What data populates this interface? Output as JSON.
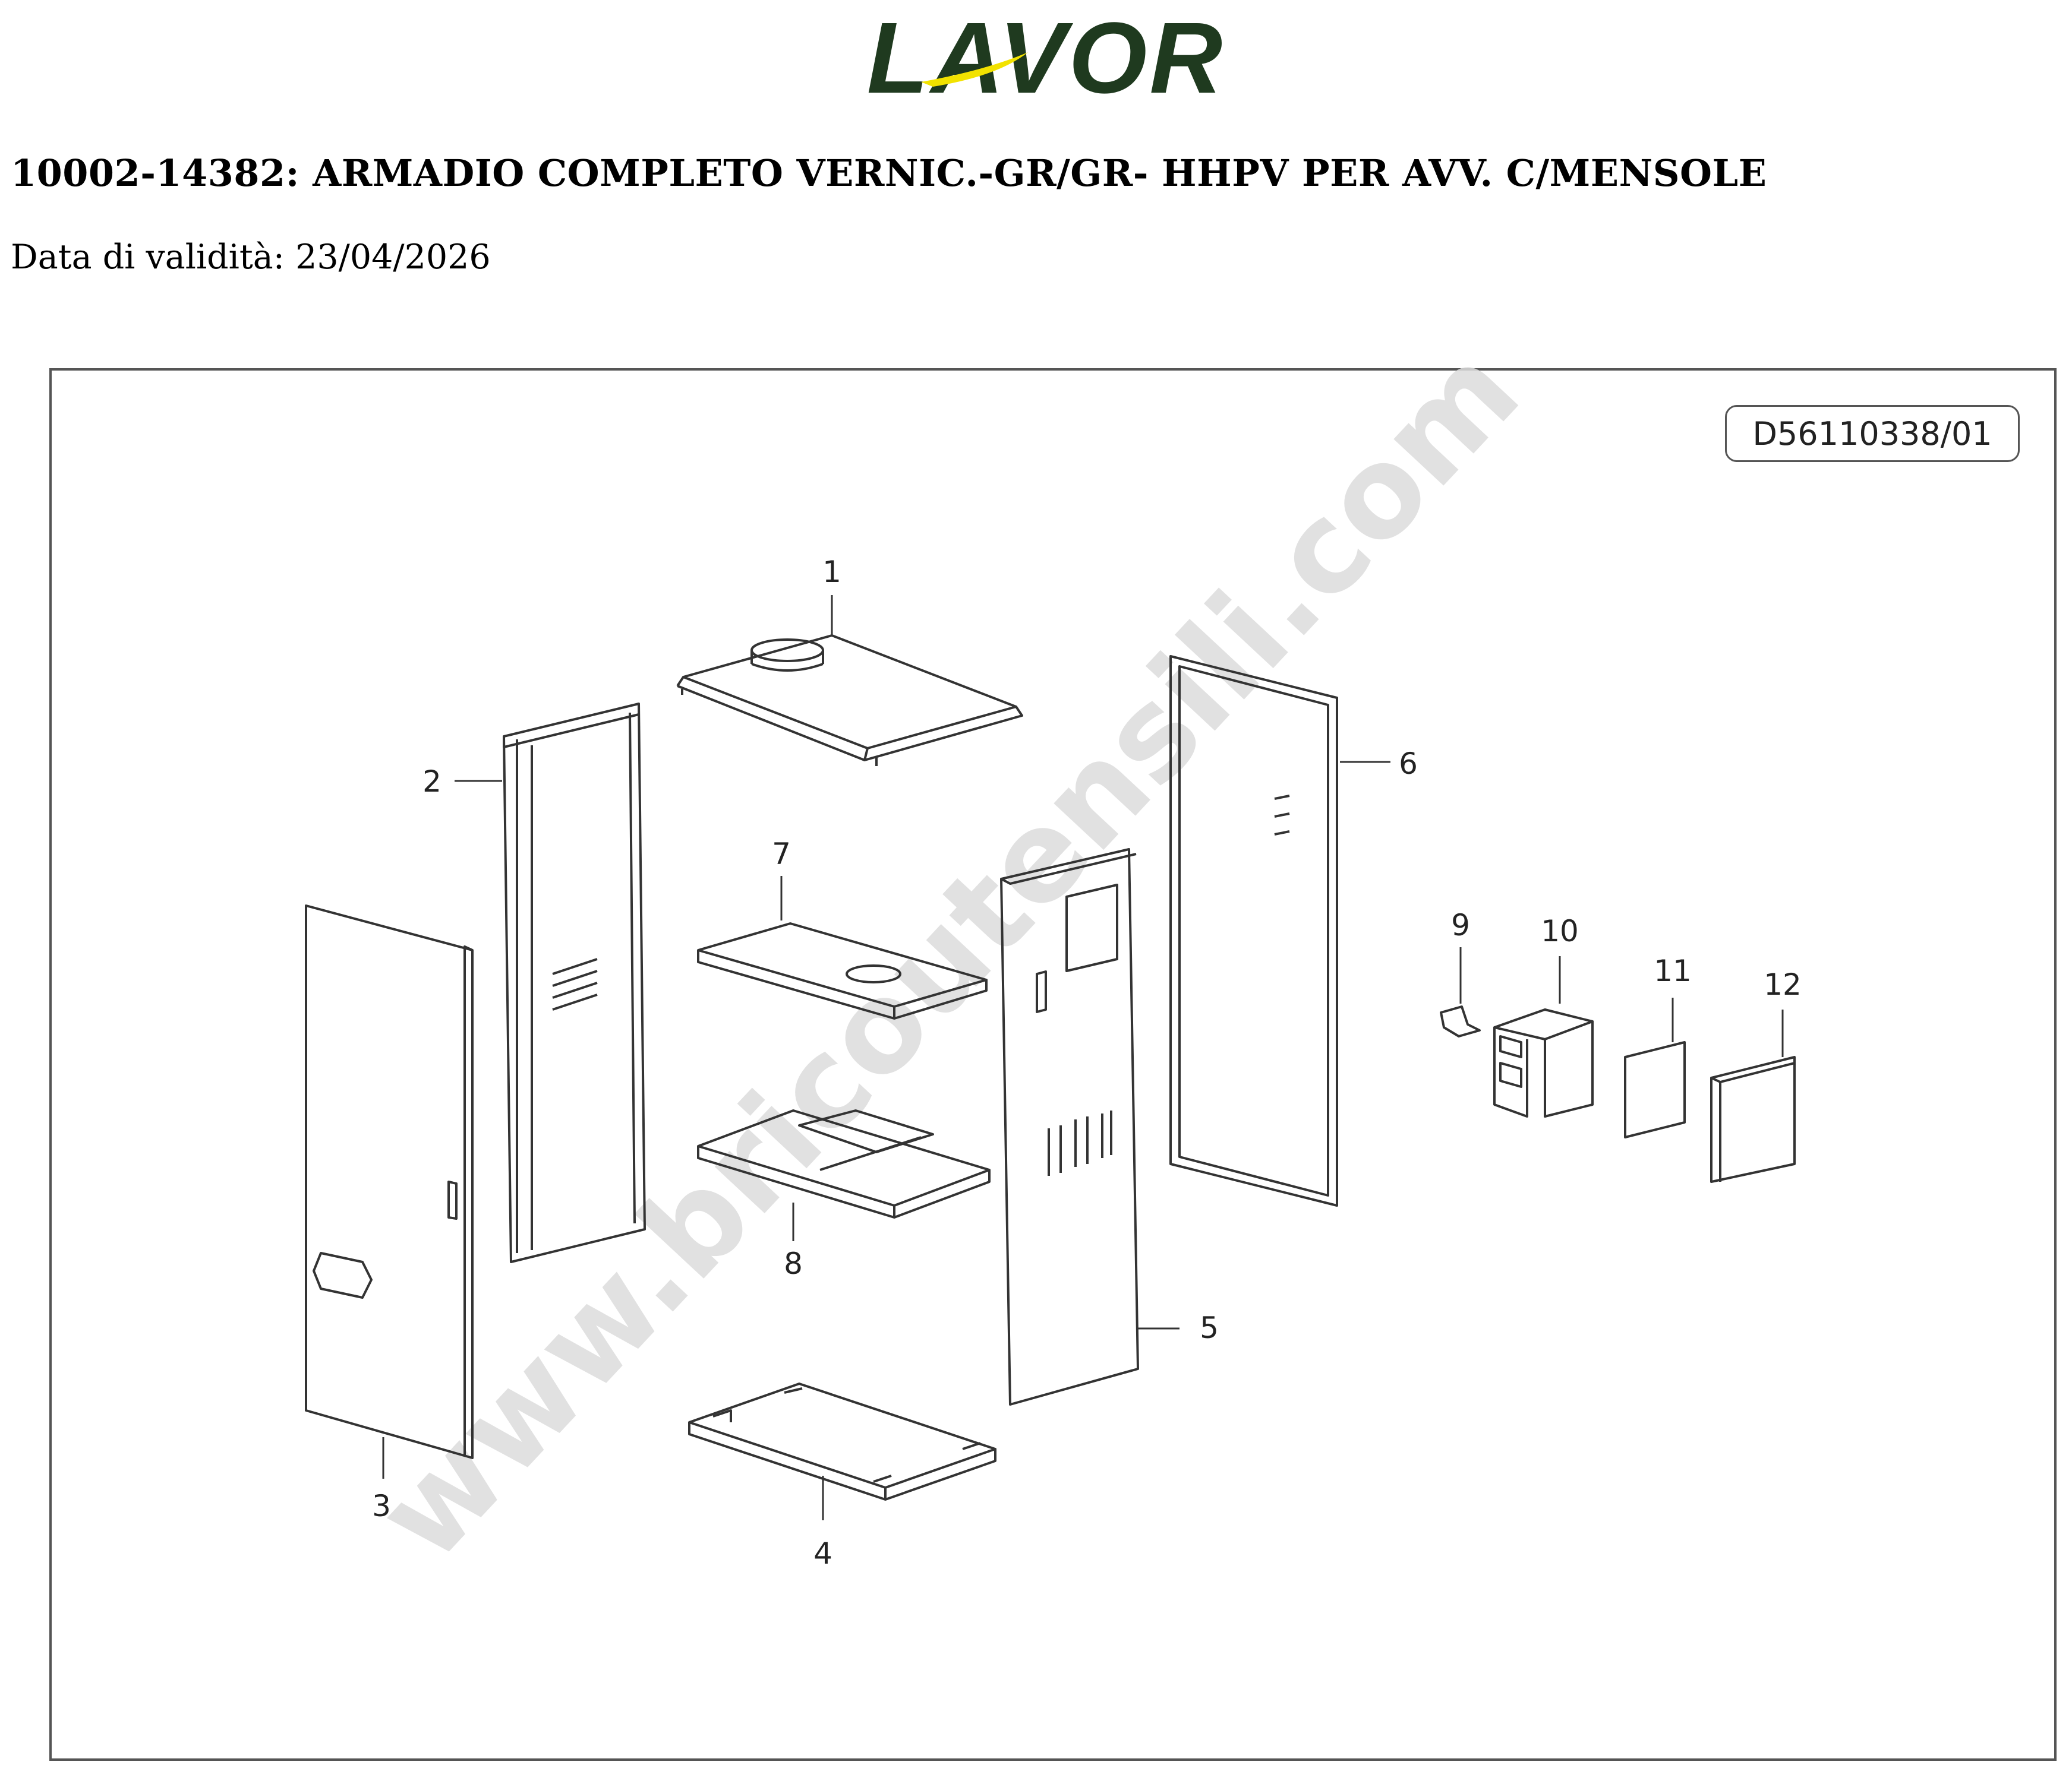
{
  "logo": {
    "text": "LAVOR"
  },
  "document": {
    "title": "10002-14382: ARMADIO COMPLETO VERNIC.-GR/GR- HHPV PER AVV. C/MENSOLE",
    "validity_label": "Data di validità:",
    "validity_date": "23/04/2026",
    "drawing_code": "D56110338/01"
  },
  "watermark": {
    "text": "www.bricoutensili.com"
  },
  "callouts": [
    "1",
    "2",
    "3",
    "4",
    "5",
    "6",
    "7",
    "8",
    "9",
    "10",
    "11",
    "12"
  ],
  "colors": {
    "logo_dark": "#1f3a1f",
    "logo_swoosh": "#f2e200",
    "line": "#333333",
    "watermark": "#d8d8d8"
  }
}
